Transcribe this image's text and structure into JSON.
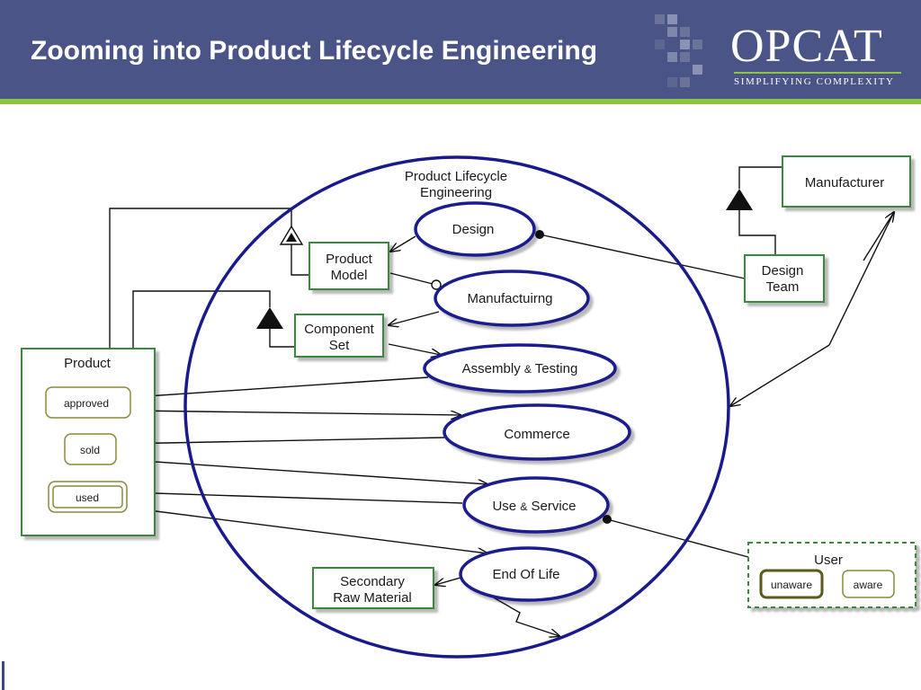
{
  "slide": {
    "title": "Zooming into Product Lifecycle Engineering",
    "logo": {
      "name": "OPCAT",
      "tagline": "SIMPLIFYING COMPLEXITY"
    }
  },
  "colors": {
    "header": "#4a5487",
    "accent_stripe": "#8cc63f",
    "object_border": "#3a8a3a",
    "process_border": "#1a1a8c",
    "state_border": "#8a8a3a"
  },
  "diagram": {
    "main_process": {
      "line1": "Product Lifecycle",
      "line2": "Engineering"
    },
    "processes": {
      "design": "Design",
      "manufacturing": "Manufactuirng",
      "assembly": {
        "part1": "Assembly",
        "amp": "&",
        "part2": "Testing"
      },
      "commerce": "Commerce",
      "use_service": {
        "part1": "Use",
        "amp": "&",
        "part2": "Service"
      },
      "end_of_life": "End Of Life"
    },
    "objects": {
      "product_model": {
        "line1": "Product",
        "line2": "Model"
      },
      "component_set": {
        "line1": "Component",
        "line2": "Set"
      },
      "product": {
        "label": "Product",
        "states": {
          "approved": "approved",
          "sold": "sold",
          "used": "used"
        }
      },
      "secondary_raw_material": {
        "line1": "Secondary",
        "line2": "Raw Material"
      },
      "manufacturer": "Manufacturer",
      "design_team": {
        "line1": "Design",
        "line2": "Team"
      },
      "user": {
        "label": "User",
        "states": {
          "unaware": "unaware",
          "aware": "aware"
        }
      }
    }
  }
}
